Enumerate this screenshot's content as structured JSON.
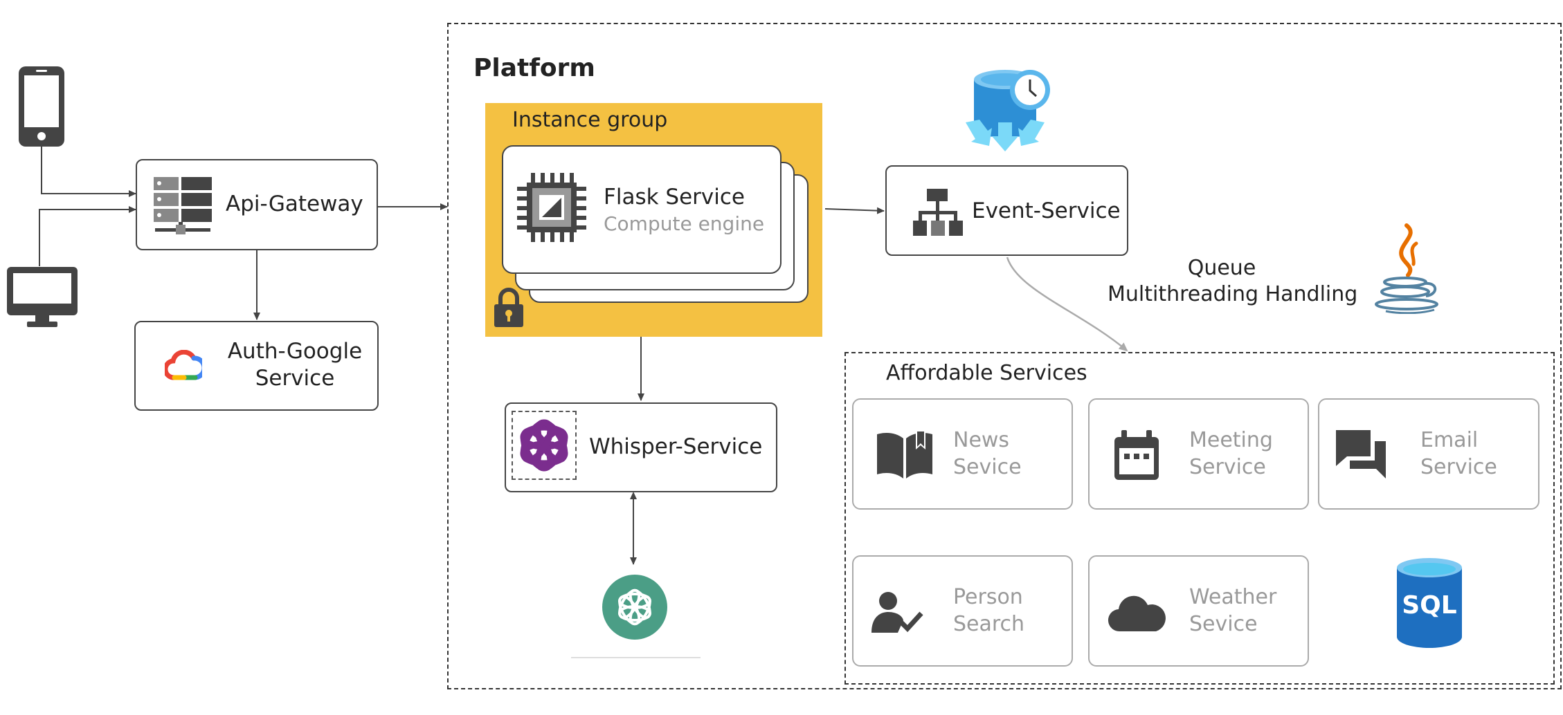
{
  "platform": {
    "title": "Platform"
  },
  "instance_group": {
    "title": "Instance group"
  },
  "flask": {
    "title": "Flask Service",
    "subtitle": "Compute engine"
  },
  "api_gateway": {
    "label": "Api-Gateway"
  },
  "auth_google": {
    "line1": "Auth-Google",
    "line2": "Service"
  },
  "whisper": {
    "label": "Whisper-Service"
  },
  "event_service": {
    "label": "Event-Service"
  },
  "queue": {
    "line1": "Queue",
    "line2": "Multithreading Handling"
  },
  "affordable": {
    "title": "Affordable Services",
    "services": [
      {
        "line1": "News",
        "line2": "Sevice",
        "icon": "book-icon"
      },
      {
        "line1": "Meeting",
        "line2": "Service",
        "icon": "calendar-icon"
      },
      {
        "line1": "Email",
        "line2": "Service",
        "icon": "chat-icon"
      },
      {
        "line1": "Person",
        "line2": "Search",
        "icon": "person-check-icon"
      },
      {
        "line1": "Weather",
        "line2": "Sevice",
        "icon": "cloud-icon"
      }
    ],
    "sql_label": "SQL"
  },
  "colors": {
    "instance_group_fill": "#F4C142",
    "openai_purple": "#7B2D8E",
    "openai_green": "#4B9E86",
    "sql_blue": "#1E6FC0",
    "azure_blue": "#2D8FD5",
    "java_orange": "#E76F00",
    "java_blue": "#5382A1"
  }
}
